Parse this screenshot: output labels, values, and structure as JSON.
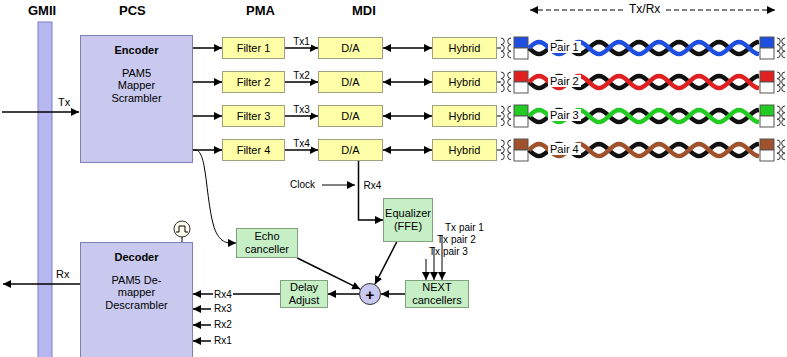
{
  "diagram": {
    "nodes": [
      {
        "text": [
          "Encoder",
          "PAM5 Mapper Scrambler"
        ]
      },
      {
        "text": [
          "Filter 1"
        ]
      },
      {
        "text": [
          "D/A"
        ]
      },
      {
        "text": [
          "Hybrid"
        ]
      },
      {
        "text": [
          "Filter 2"
        ]
      },
      {
        "text": [
          "D/A"
        ]
      },
      {
        "text": [
          "Hybrid"
        ]
      },
      {
        "text": [
          "Filter 3"
        ]
      },
      {
        "text": [
          "D/A"
        ]
      },
      {
        "text": [
          "Hybrid"
        ]
      },
      {
        "text": [
          "Filter 4"
        ]
      },
      {
        "text": [
          "D/A"
        ]
      },
      {
        "text": [
          "Hybrid"
        ]
      },
      {
        "text": [
          "Decoder",
          "PAM5 De-mapper Descrambler"
        ]
      },
      {
        "text": [
          "Echo canceller"
        ]
      },
      {
        "text": [
          "Equalizer (FFE)"
        ]
      },
      {
        "text": [
          "NEXT cancellers"
        ]
      },
      {
        "text": [
          "+"
        ]
      },
      {
        "text": [
          "Delay Adjust"
        ]
      }
    ],
    "edges": [
      {
        "from": 0,
        "to": 1,
        "arrow": "to"
      },
      {
        "from": 1,
        "to": 2,
        "label": "Tx1",
        "arrow": "to"
      },
      {
        "from": 2,
        "to": 3,
        "arrow": "both"
      },
      {
        "from": 0,
        "to": 4,
        "arrow": "to"
      },
      {
        "from": 4,
        "to": 5,
        "label": "Tx2",
        "arrow": "to"
      },
      {
        "from": 5,
        "to": 6,
        "arrow": "both"
      },
      {
        "from": 0,
        "to": 7,
        "arrow": "to"
      },
      {
        "from": 7,
        "to": 8,
        "label": "Tx3",
        "arrow": "to"
      },
      {
        "from": 8,
        "to": 9,
        "arrow": "both"
      },
      {
        "from": 0,
        "to": 10,
        "arrow": "to"
      },
      {
        "from": 10,
        "to": 11,
        "label": "Tx4",
        "arrow": "to"
      },
      {
        "from": 11,
        "to": 12,
        "arrow": "both"
      },
      {
        "from": 11,
        "to": 15,
        "label": "Rx4",
        "arrow": "to"
      },
      {
        "from": 0,
        "to": 14,
        "arrow": "to"
      },
      {
        "from": 14,
        "to": 17,
        "arrow": "to"
      },
      {
        "from": 15,
        "to": 17,
        "arrow": "to"
      },
      {
        "from": 16,
        "to": 17,
        "arrow": "to"
      },
      {
        "from": 17,
        "to": 18,
        "arrow": "to"
      },
      {
        "from": 18,
        "to": 13,
        "label": "Rx4",
        "arrow": "to"
      }
    ],
    "labels": [
      "GMII",
      "PCS",
      "PMA",
      "MDI",
      "Tx/Rx",
      "Tx",
      "Rx",
      "Clock",
      "Tx pair 1",
      "Tx pair 2",
      "Tx pair 3",
      "Rx3",
      "Rx2",
      "Rx1",
      "Pair 1",
      "Pair 2",
      "Pair 3",
      "Pair 4"
    ]
  }
}
